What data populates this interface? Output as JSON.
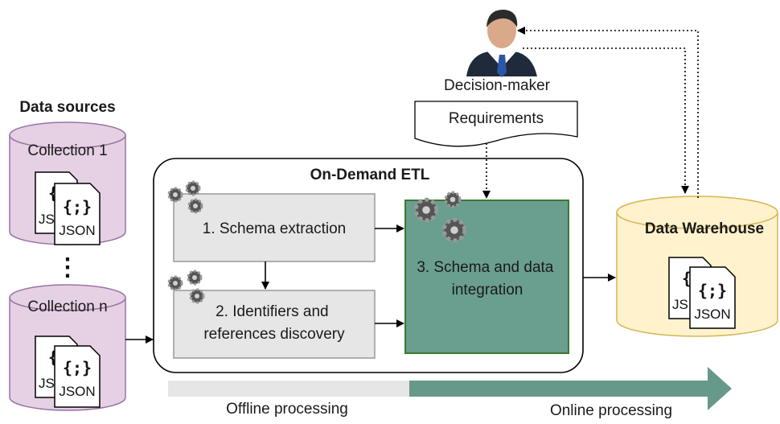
{
  "decision_maker": {
    "label": "Decision-maker"
  },
  "requirements": {
    "label": "Requirements"
  },
  "data_sources": {
    "heading": "Data sources",
    "collections": [
      {
        "label": "Collection 1"
      },
      {
        "label": "Collection n"
      }
    ],
    "ellipsis": "⋮"
  },
  "etl": {
    "title": "On-Demand ETL",
    "steps": [
      {
        "label_lines": [
          "1. Schema extraction"
        ]
      },
      {
        "label_lines": [
          "2. Identifiers and",
          "references discovery"
        ]
      },
      {
        "label_lines": [
          "3. Schema and data",
          "integration"
        ]
      }
    ]
  },
  "warehouse": {
    "label": "Data Warehouse"
  },
  "doc_icon": {
    "brace": "{;}",
    "text": "JSON",
    "partial_text": "JS",
    "partial_brace": "{"
  },
  "processing": {
    "offline": "Offline processing",
    "online": "Online processing"
  },
  "colors": {
    "collection_fill": "#e6d0e3",
    "collection_stroke": "#9673a6",
    "warehouse_fill": "#fff2cc",
    "warehouse_stroke": "#d6b656",
    "step_fill": "#e6e6e6",
    "step_stroke": "#999999",
    "integration_fill": "#6a9e8e",
    "integration_stroke": "#3a7a2e",
    "offline_bar": "#e6e6e6",
    "online_bar": "#67998a"
  }
}
